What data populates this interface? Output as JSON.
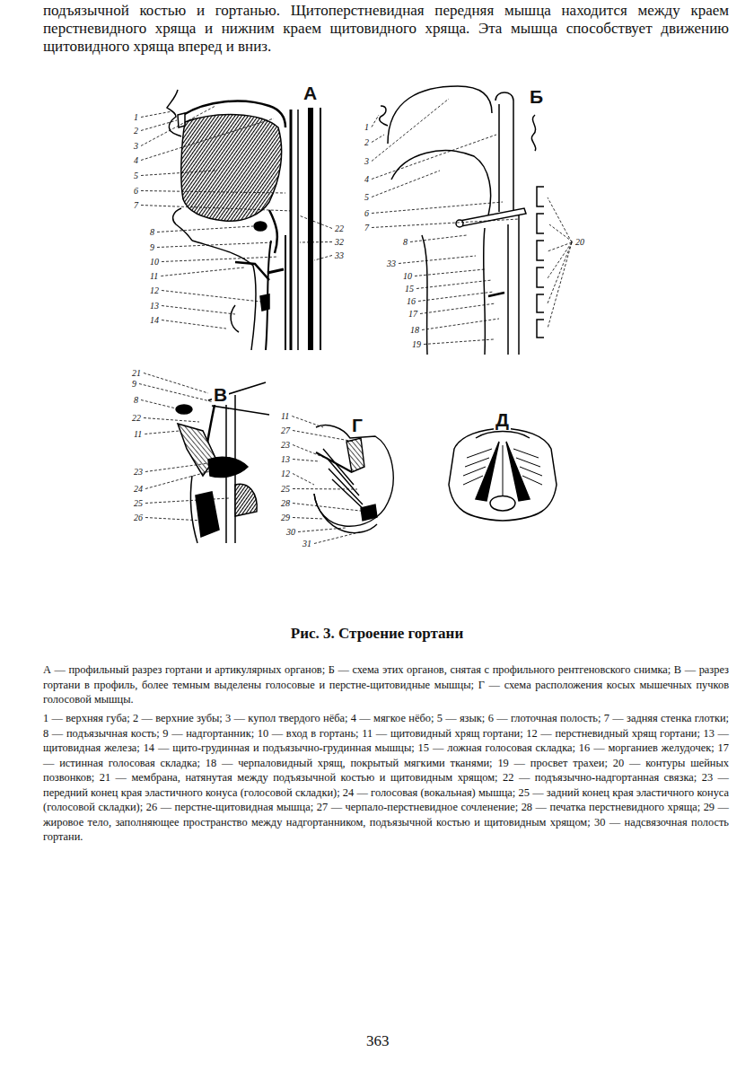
{
  "diagram": {
    "caption": "Рис. 3. Строение гортани",
    "labels": [
      "подъязычной костью и гортанью. Щитоперстневидная передняя мышца находится между краем перстневидного хряща и нижним краем щитовидного хряща. Эта мышца способствует движению щитовидного хряща вперед и вниз.",
      "А",
      "Б",
      "В",
      "Г",
      "Д",
      "1",
      "2",
      "3",
      "4",
      "5",
      "6",
      "7",
      "8",
      "9",
      "10",
      "11",
      "12",
      "13",
      "14",
      "22",
      "32",
      "33",
      "1",
      "2",
      "3",
      "4",
      "5",
      "6",
      "7",
      "8",
      "33",
      "10",
      "15",
      "16",
      "17",
      "18",
      "19",
      "20",
      "21",
      "9",
      "8",
      "22",
      "11",
      "23",
      "24",
      "25",
      "26",
      "11",
      "27",
      "23",
      "13",
      "12",
      "25",
      "28",
      "29",
      "30",
      "31",
      "А — профильный разрез гортани и артикулярных органов; Б — схема этих органов, снятая с профильного рентгеновского снимка; В — разрез гортани в профиль, более темным выделены голосовые и перстне-щитовидные мышцы; Г — схема расположения косых мышечных пучков голосовой мышцы.",
      "1 — верхняя губа; 2 — верхние зубы; 3 — купол твердого нёба; 4 — мягкое нёбо; 5 — язык; 6 — глоточная полость; 7 — задняя стенка глотки; 8 — подъязычная кость; 9 — надгортанник; 10 — вход в гортань; 11 — щитовидный хрящ гортани; 12 — перстневидный хрящ гортани; 13 — щитовидная железа; 14 — щито-грудинная и подъязычно-грудинная мышцы; 15 — ложная голосовая складка; 16 — морганиев желудочек; 17 — истинная голосовая складка; 18 — черпаловидный хрящ, покрытый мягкими тканями; 19 — просвет трахеи; 20 — контуры шейных позвонков; 21 — мембрана, натянутая между подъязычной костью и щитовидным хрящом; 22 — подъязычно-надгортанная связка; 23 — передний конец края эластичного конуса (голосовой складки); 24 — голосовая (вокальная) мышца; 25 — задний конец края эластичного конуса (голосовой складки); 26 — перстне-щитовидная мышца; 27 — черпало-перстневидное сочленение; 28 — печатка перстневидного хряща; 29 — жировое тело, заполняющее пространство между надгортанником, подъязычной костью и щитовидным хрящом; 30 — надсвязочная полость гортани.",
      "363"
    ]
  }
}
